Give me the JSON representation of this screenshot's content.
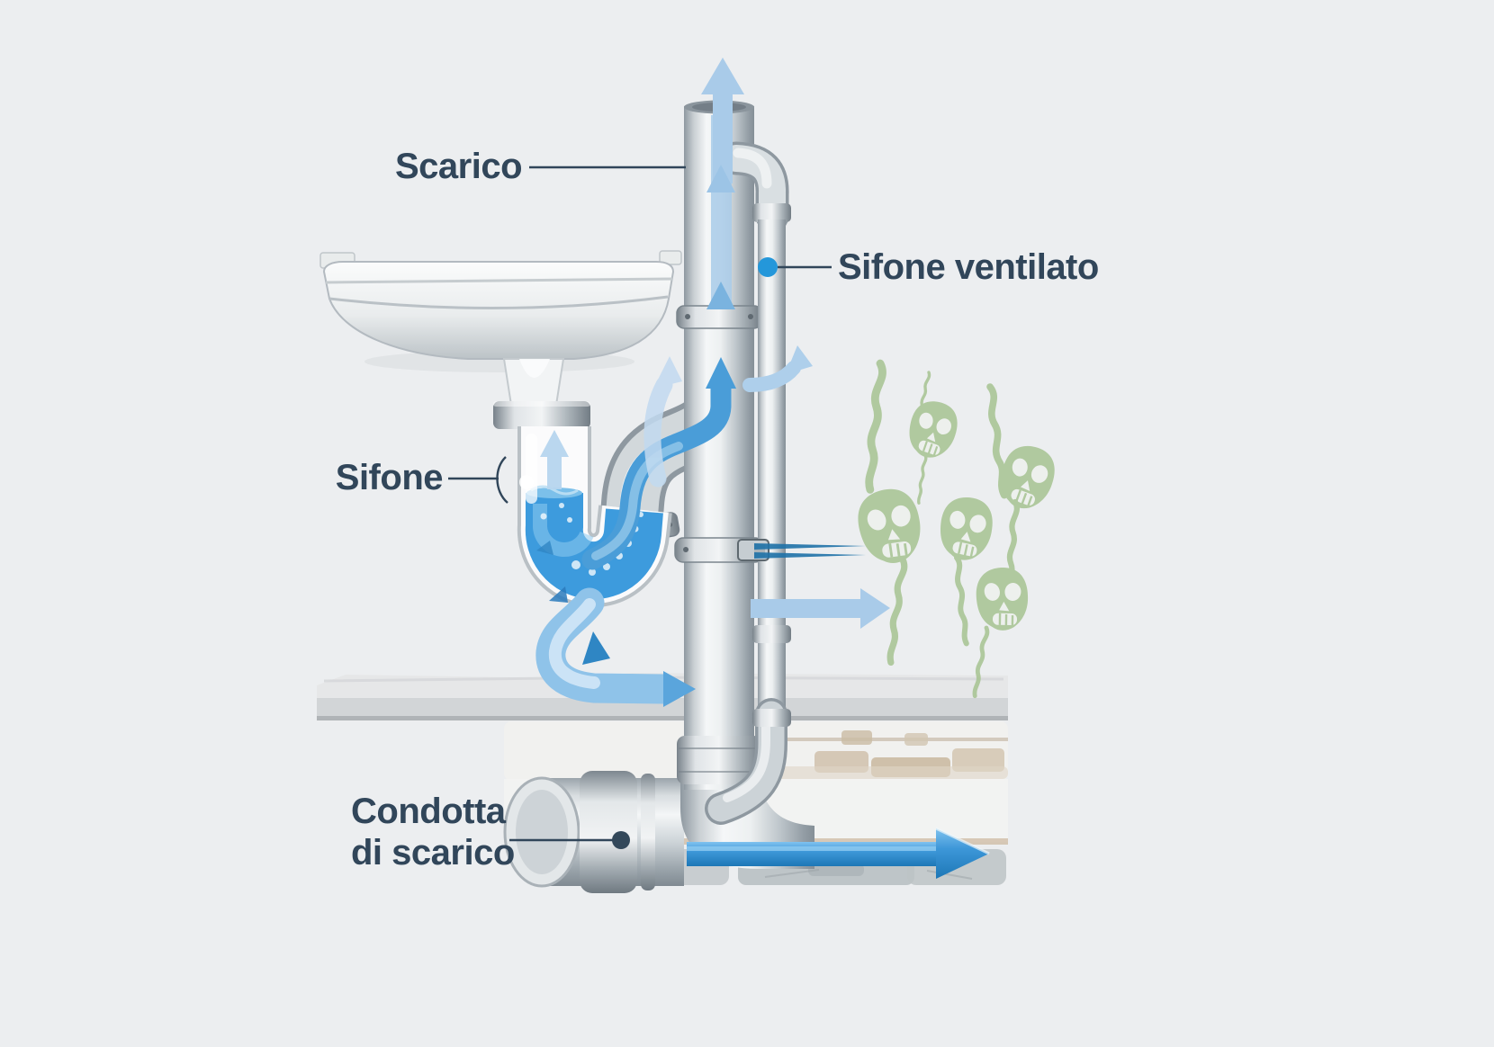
{
  "labels": {
    "scarico": "Scarico",
    "sifone_ventilato": "Sifone ventilato",
    "sifone": "Sifone",
    "condotta_line1": "Condotta",
    "condotta_line2": "di scarico"
  },
  "colors": {
    "background": "#eceef0",
    "label_text": "#31465a",
    "leader_line": "#31465a",
    "marker_blue_dot": "#2497da",
    "marker_dark_dot": "#33485a",
    "water_blue": "#3d9bdd",
    "flow_arrow_light": "#a9cbe9",
    "flow_arrow_medium": "#4a9dd8",
    "flow_line_dark": "#1f72a8",
    "drain_arrow_blue": "#2e8fd0",
    "sewer_gas_green": "#a6c391",
    "pipe_highlight": "#f5f7f8",
    "pipe_shadow": "#8e98a0"
  },
  "icons": {
    "gas_icon": "skull-gas-icon",
    "marker_blue": "marker-dot-blue",
    "marker_dark": "marker-dot-dark"
  }
}
